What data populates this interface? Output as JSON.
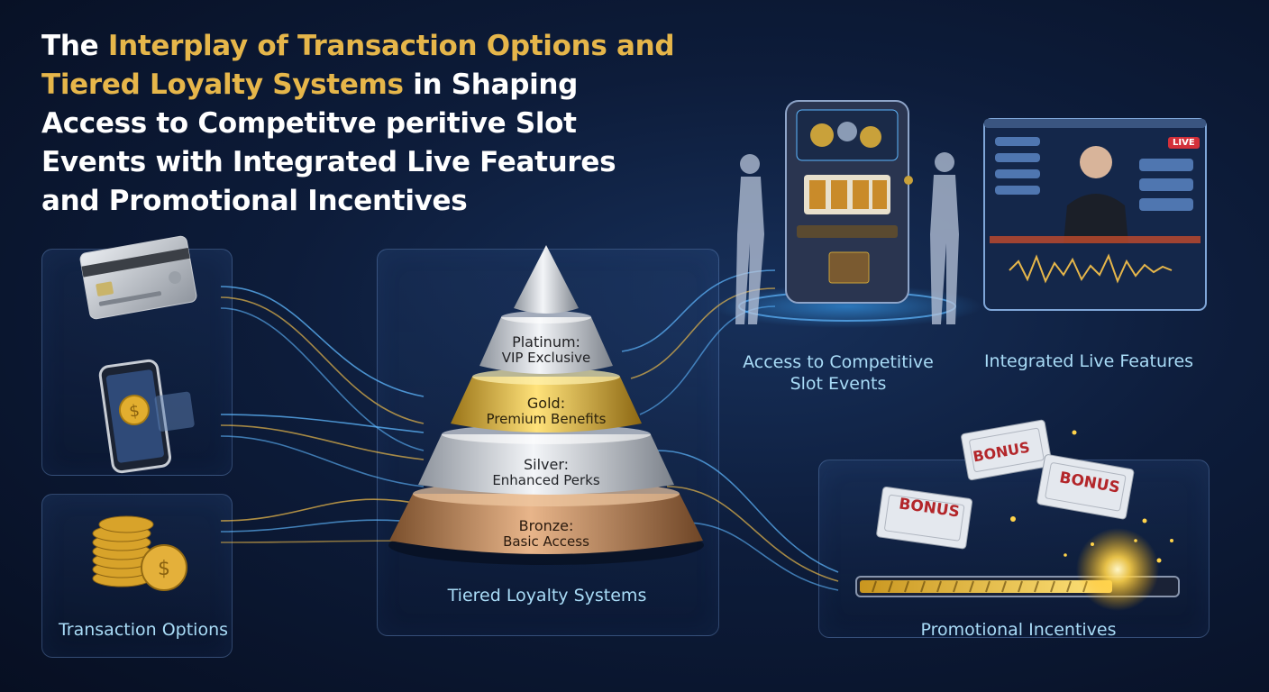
{
  "title": {
    "line1_a": "The ",
    "line1_b": "Interplay of Transaction Options and",
    "line2_a": "Tiered Loyalty Systems",
    "line2_b": " in Shaping",
    "line3": "Access to Competitve  peritive Slot",
    "line4": "Events  with Integrated Live Features",
    "line5": "and Promotional Incentives"
  },
  "sections": {
    "transaction": "Transaction Options",
    "loyalty": "Tiered Loyalty Systems",
    "access_line1": "Access to Competitive",
    "access_line2": "Slot Events",
    "live": "Integrated Live Features",
    "promo": "Promotional Incentives"
  },
  "tiers": [
    {
      "name": "Platinum:",
      "desc": "VIP Exclusive"
    },
    {
      "name": "Gold:",
      "desc": "Premium Benefits"
    },
    {
      "name": "Silver:",
      "desc": "Enhanced Perks"
    },
    {
      "name": "Bronze:",
      "desc": "Basic Access"
    }
  ],
  "bonus": [
    "BONUS",
    "BONUS",
    "BONUS"
  ],
  "live_badge": "LIVE",
  "colors": {
    "accent_gold": "#e6b64a",
    "label_blue": "#a9dcf7",
    "background": "#0d1c3a"
  }
}
